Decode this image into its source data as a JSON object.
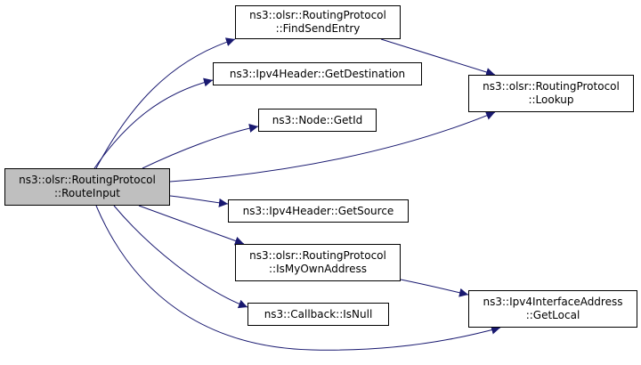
{
  "diagram": {
    "edge_color": "#191970",
    "root_fill": "#bfbfbf",
    "nodes": {
      "route_input": {
        "line1": "ns3::olsr::RoutingProtocol",
        "line2": "::RouteInput"
      },
      "find_send_entry": {
        "line1": "ns3::olsr::RoutingProtocol",
        "line2": "::FindSendEntry"
      },
      "get_destination": {
        "line1": "ns3::Ipv4Header::GetDestination"
      },
      "node_get_id": {
        "line1": "ns3::Node::GetId"
      },
      "lookup": {
        "line1": "ns3::olsr::RoutingProtocol",
        "line2": "::Lookup"
      },
      "get_source": {
        "line1": "ns3::Ipv4Header::GetSource"
      },
      "is_my_own_address": {
        "line1": "ns3::olsr::RoutingProtocol",
        "line2": "::IsMyOwnAddress"
      },
      "callback_is_null": {
        "line1": "ns3::Callback::IsNull"
      },
      "get_local": {
        "line1": "ns3::Ipv4InterfaceAddress",
        "line2": "::GetLocal"
      }
    },
    "edges": [
      {
        "from": "route_input",
        "to": "find_send_entry"
      },
      {
        "from": "route_input",
        "to": "get_destination"
      },
      {
        "from": "route_input",
        "to": "node_get_id"
      },
      {
        "from": "route_input",
        "to": "lookup"
      },
      {
        "from": "route_input",
        "to": "get_source"
      },
      {
        "from": "route_input",
        "to": "is_my_own_address"
      },
      {
        "from": "route_input",
        "to": "callback_is_null"
      },
      {
        "from": "route_input",
        "to": "get_local"
      },
      {
        "from": "find_send_entry",
        "to": "lookup"
      },
      {
        "from": "is_my_own_address",
        "to": "get_local"
      }
    ]
  }
}
